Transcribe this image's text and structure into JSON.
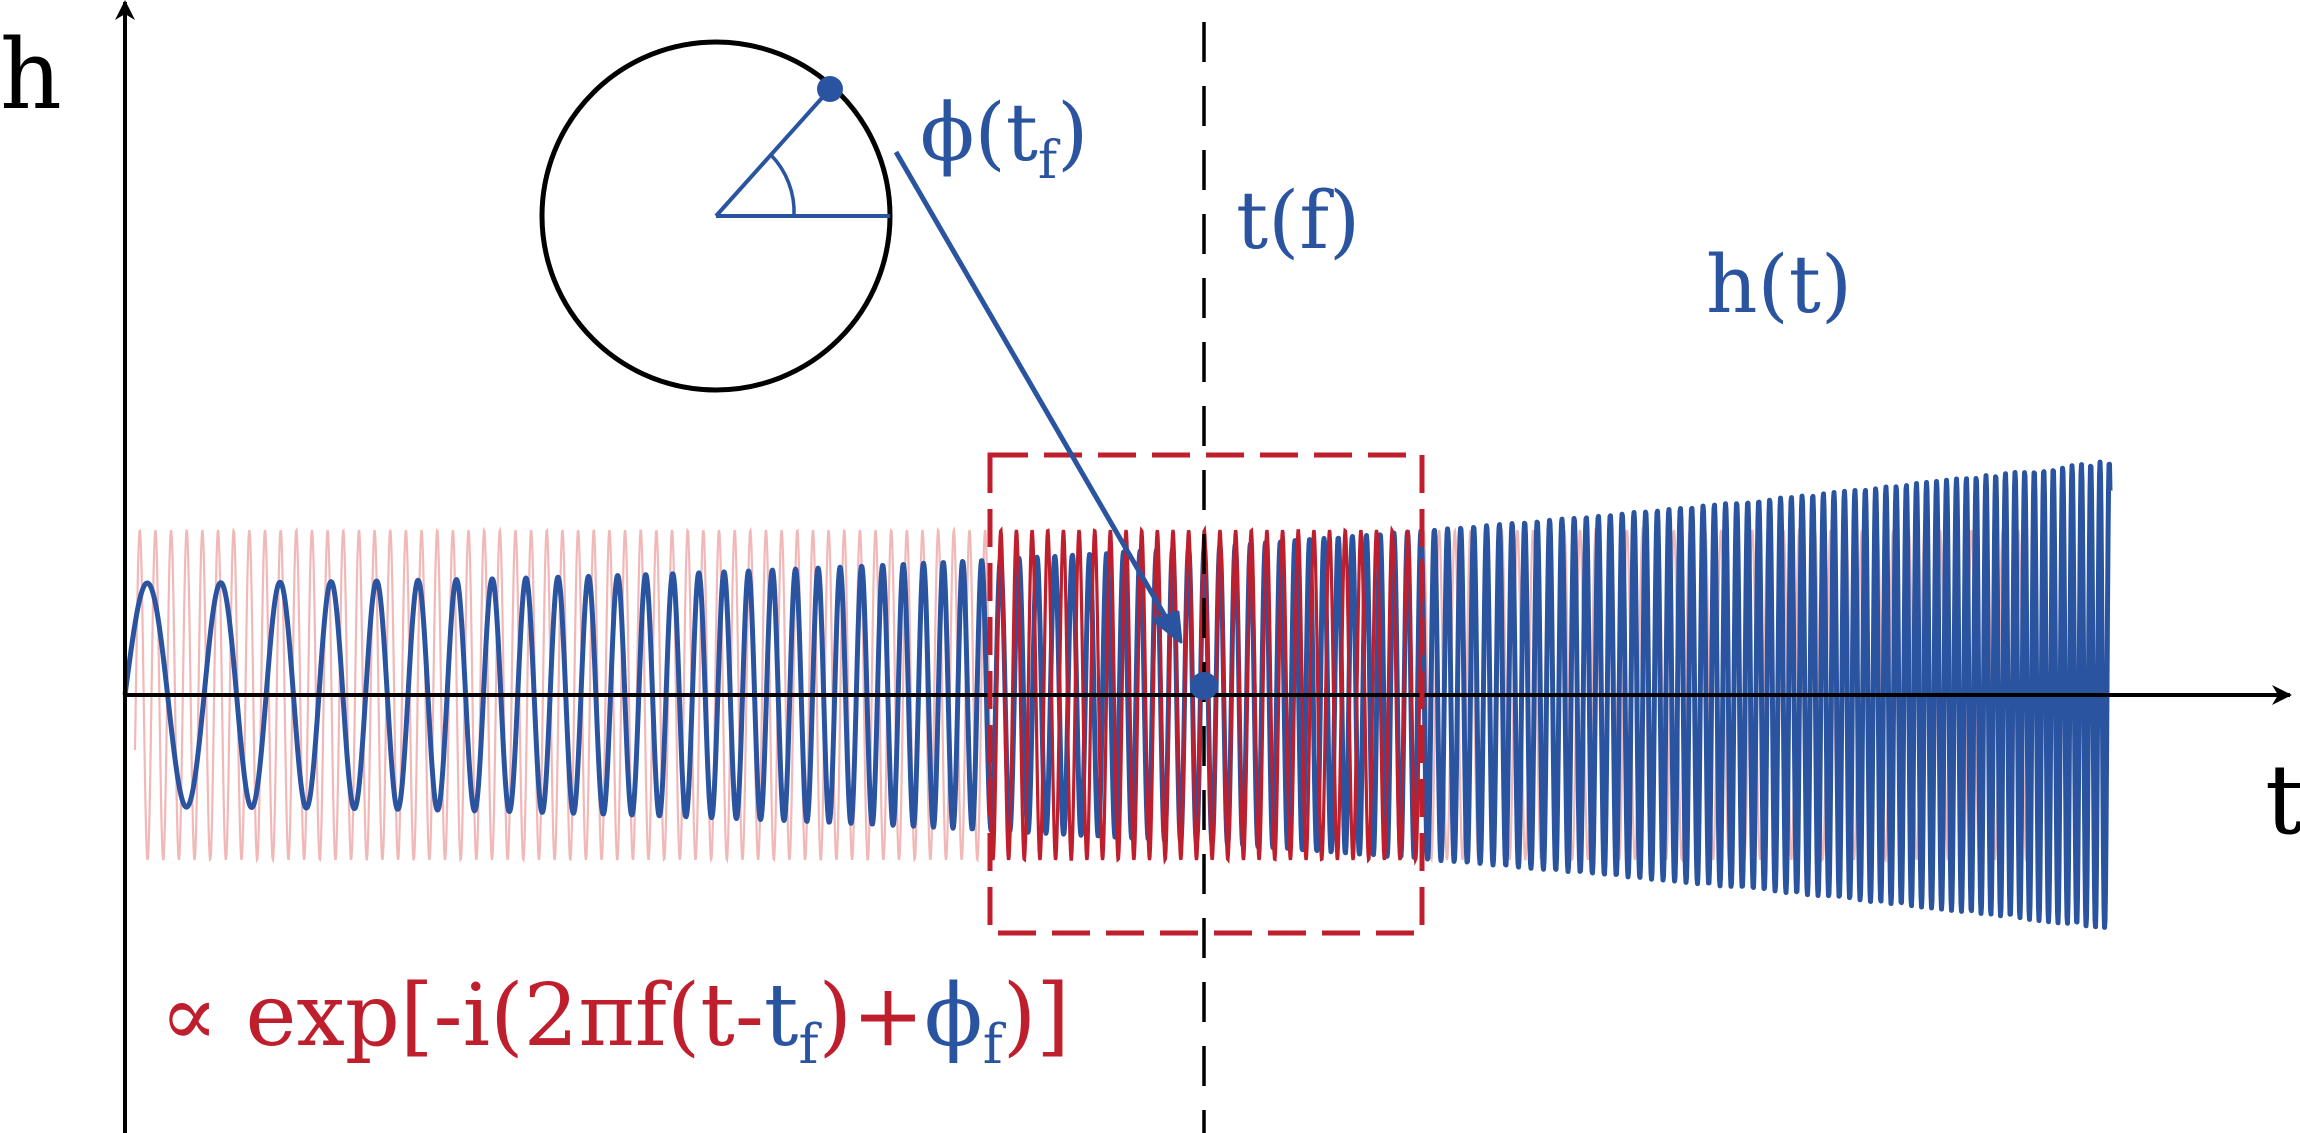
{
  "axes": {
    "vertical_label": "h",
    "horizontal_label": "t"
  },
  "labels": {
    "phase": {
      "main": "ϕ(t",
      "sub": "f",
      "close": ")"
    },
    "time_of_frequency": "t(f)",
    "signal": "h(t)",
    "formula": {
      "part1": "∝ exp[-i(2πf(t-",
      "tf_main": "t",
      "tf_sub": "f",
      "part2": ")+",
      "phi_main": "ϕ",
      "phi_sub": "f",
      "part3": ")]"
    }
  },
  "colors": {
    "signal_blue": "#2b54a0",
    "template_red": "#bf1e2d",
    "template_faint": "#f2b8b8",
    "axis": "#000000",
    "circle": "#000000"
  }
}
